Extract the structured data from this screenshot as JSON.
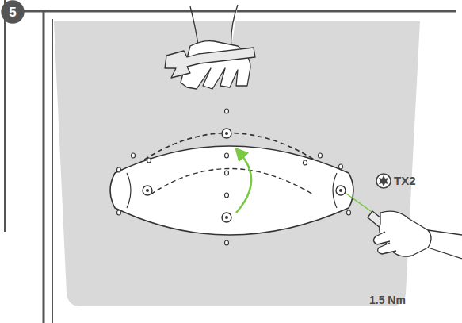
{
  "diagram": {
    "nodes": [
      {
        "text": [
          "5"
        ]
      }
    ],
    "labels": [
      "TX2",
      "1.5 Nm"
    ]
  }
}
